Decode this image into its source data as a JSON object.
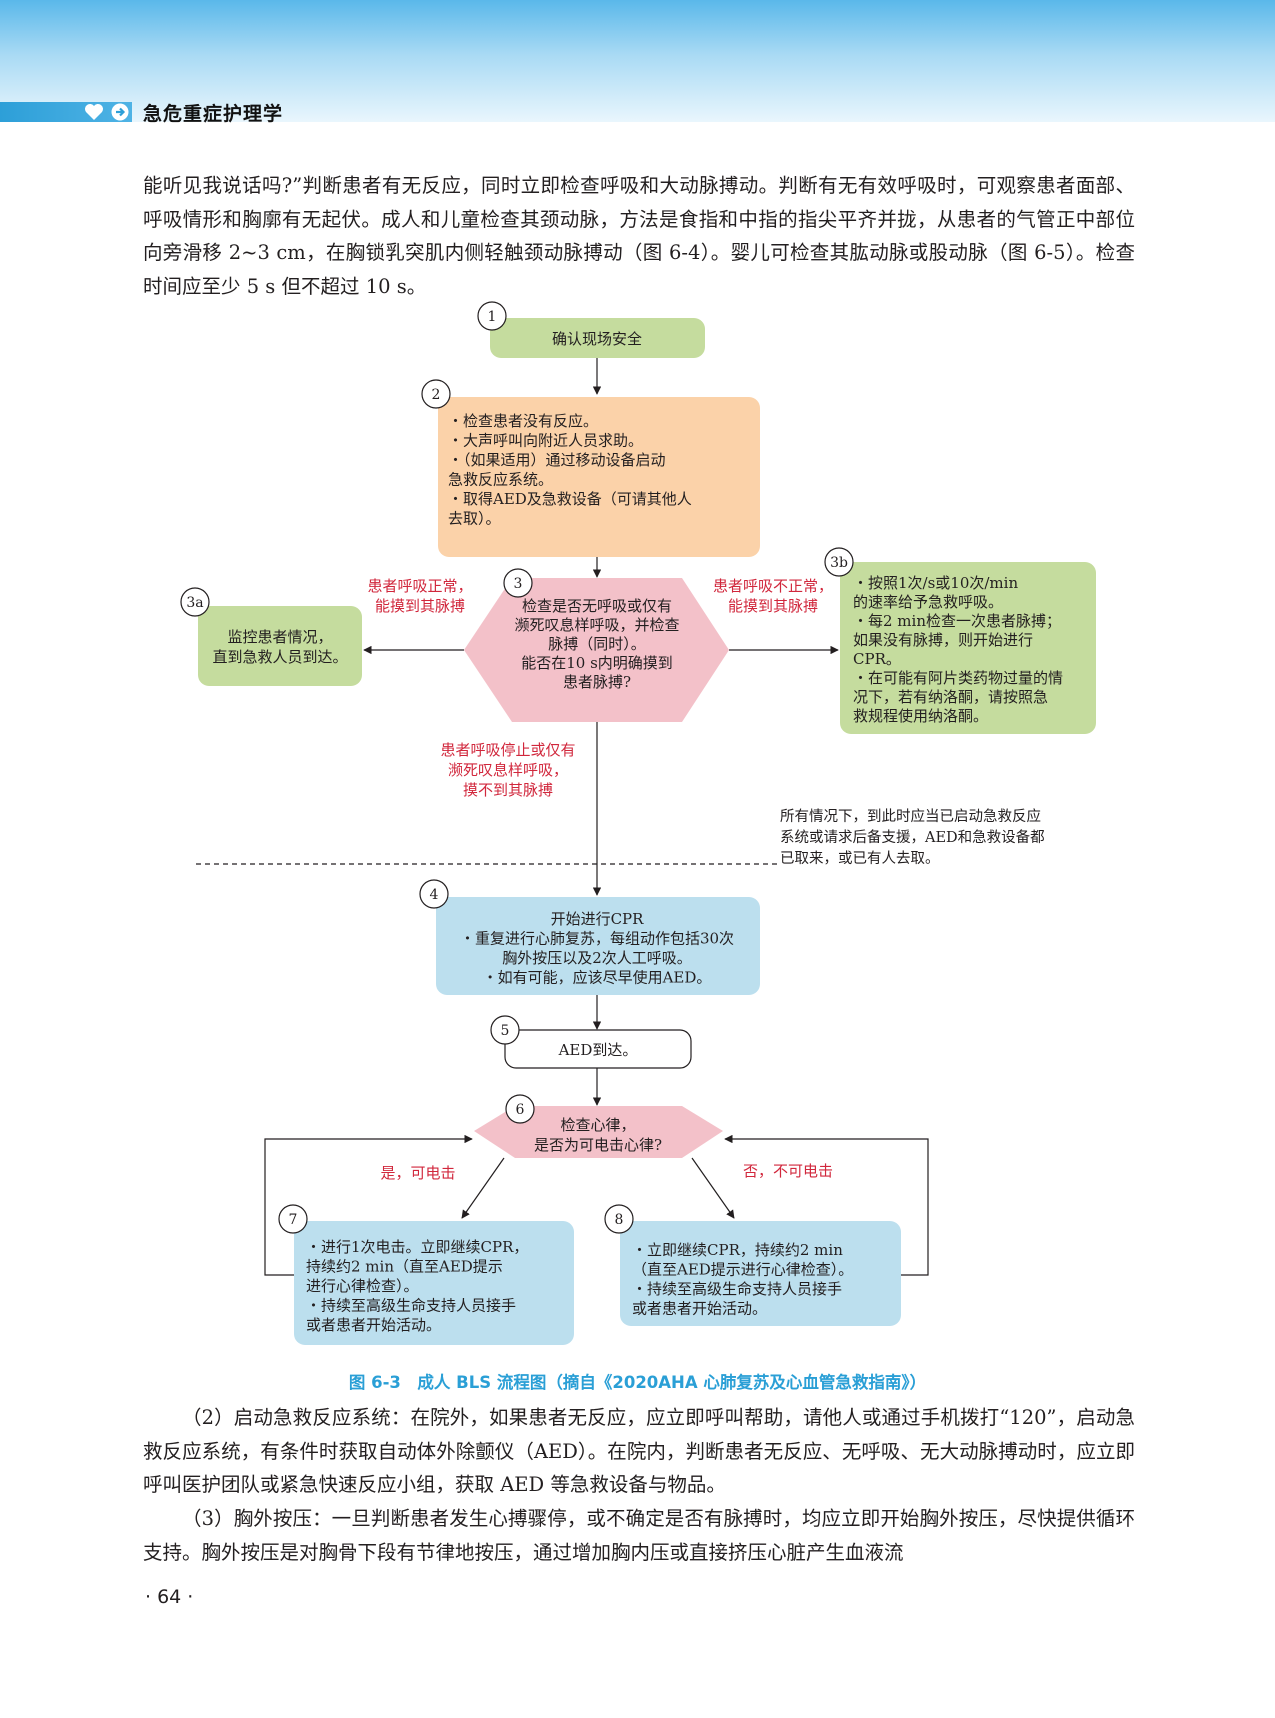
{
  "header": {
    "title": "急危重症护理学"
  },
  "body_top": {
    "text": "能听见我说话吗?”判断患者有无反应，同时立即检查呼吸和大动脉搏动。判断有无有效呼吸时，可观察患者面部、呼吸情形和胸廓有无起伏。成人和儿童检查其颈动脉，方法是食指和中指的指尖平齐并拢，从患者的气管正中部位向旁滑移 2~3 cm，在胸锁乳突肌内侧轻触颈动脉搏动（图 6-4）。婴儿可检查其肱动脉或股动脉（图 6-5）。检查时间应至少 5 s 但不超过 10 s。"
  },
  "flowchart": {
    "nodes": [
      {
        "id": "1",
        "lines": [
          "确认现场安全"
        ]
      },
      {
        "id": "2",
        "lines": [
          "・检查患者没有反应。",
          "・大声呼叫向附近人员求助。",
          "・（如果适用）通过移动设备启动",
          "   急救反应系统。",
          "・取得AED及急救设备（可请其他人",
          "   去取）。"
        ]
      },
      {
        "id": "3",
        "lines": [
          "检查是否无呼吸或仅有",
          "濒死叹息样呼吸，并检查",
          "脉搏（同时）。",
          "能否在10 s内明确摸到",
          "患者脉搏?"
        ]
      },
      {
        "id": "3a",
        "lines": [
          "监控患者情况，",
          "直到急救人员到达。"
        ]
      },
      {
        "id": "3b",
        "lines": [
          "・按照1次/s或10次/min",
          "   的速率给予急救呼吸。",
          "・每2 min检查一次患者脉搏；",
          "   如果没有脉搏，则开始进行",
          "   CPR。",
          "・在可能有阿片类药物过量的情",
          "   况下，若有纳洛酮，请按照急",
          "   救规程使用纳洛酮。"
        ]
      },
      {
        "id": "4",
        "lines": [
          "开始进行CPR",
          "・重复进行心肺复苏，每组动作包括30次",
          "   胸外按压以及2次人工呼吸。",
          "・如有可能，应该尽早使用AED。"
        ]
      },
      {
        "id": "5",
        "lines": [
          "AED到达。"
        ]
      },
      {
        "id": "6",
        "lines": [
          "检查心律，",
          "是否为可电击心律?"
        ]
      },
      {
        "id": "7",
        "lines": [
          "・进行1次电击。立即继续CPR，",
          "   持续约2 min（直至AED提示",
          "   进行心律检查）。",
          "・持续至高级生命支持人员接手",
          "   或者患者开始活动。"
        ]
      },
      {
        "id": "8",
        "lines": [
          "・立即继续CPR，持续约2 min",
          "   （直至AED提示进行心律检查）。",
          "・持续至高级生命支持人员接手",
          "   或者患者开始活动。"
        ]
      }
    ],
    "edge_labels": {
      "left_3": [
        "患者呼吸正常，",
        "能摸到其脉搏"
      ],
      "right_3": [
        "患者呼吸不正常，",
        "能摸到其脉搏"
      ],
      "down_3": [
        "患者呼吸停止或仅有",
        "濒死叹息样呼吸，",
        "摸不到其脉搏"
      ],
      "yes_6": "是，可电击",
      "no_6": "否，不可电击"
    },
    "note": [
      "所有情况下，到此时应当已启动急救反应",
      "系统或请求后备支援，AED和急救设备都",
      "已取来，或已有人去取。"
    ],
    "colors": {
      "green": "#c5dc9e",
      "orange": "#fbd2a9",
      "pink": "#f3c1c9",
      "blue": "#bcdfee",
      "red_text": "#d1273c",
      "caption": "#2a9fd6"
    }
  },
  "caption": "图 6-3　成人 BLS 流程图（摘自《2020AHA 心肺复苏及心血管急救指南》）",
  "body_bottom": {
    "p1": "（2）启动急救反应系统：在院外，如果患者无反应，应立即呼叫帮助，请他人或通过手机拨打“120”，启动急救反应系统，有条件时获取自动体外除颤仪（AED）。在院内，判断患者无反应、无呼吸、无大动脉搏动时，应立即呼叫医护团队或紧急快速反应小组，获取 AED 等急救设备与物品。",
    "p2": "（3）胸外按压：一旦判断患者发生心搏骤停，或不确定是否有脉搏时，均应立即开始胸外按压，尽快提供循环支持。胸外按压是对胸骨下段有节律地按压，通过增加胸内压或直接挤压心脏产生血液流"
  },
  "page_number": "· 64 ·"
}
